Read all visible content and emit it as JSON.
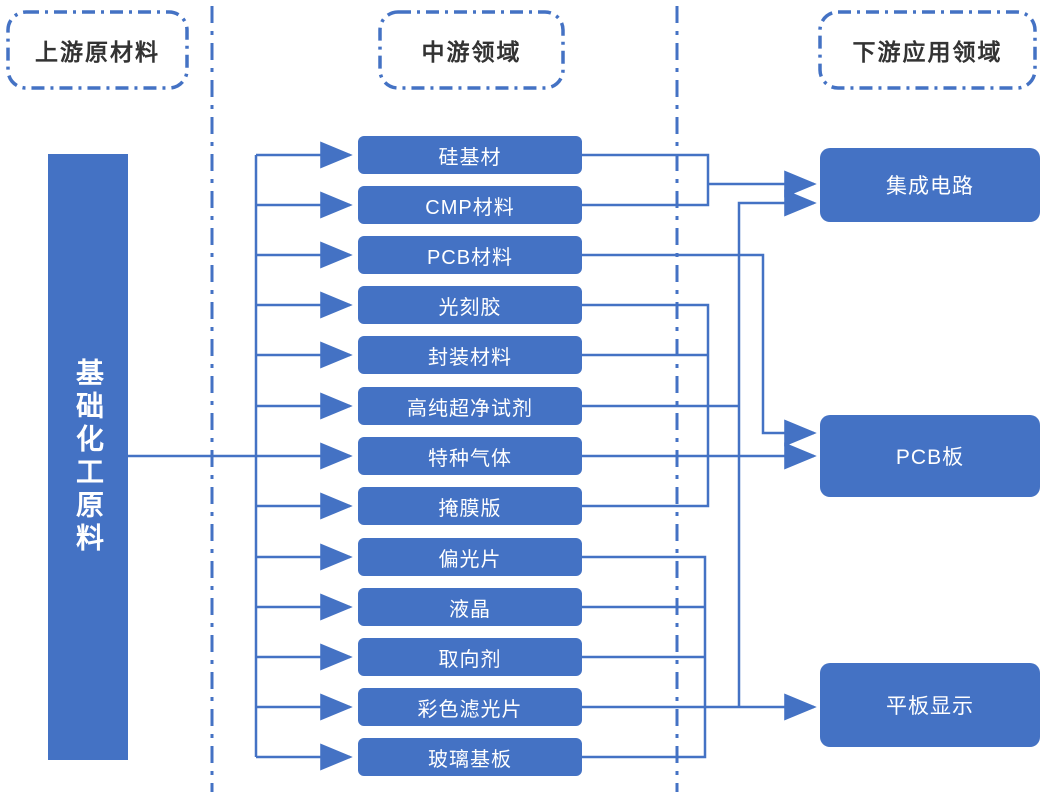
{
  "colors": {
    "accent": "#4472C4",
    "box_text": "#FFFFFF",
    "header_text": "#333333",
    "background": "#FFFFFF"
  },
  "headers": {
    "upstream": "上游原材料",
    "midstream": "中游领域",
    "downstream": "下游应用领域"
  },
  "upstream": {
    "items": [
      "基础化工原料"
    ]
  },
  "midstream": {
    "items": [
      "硅基材",
      "CMP材料",
      "PCB材料",
      "光刻胶",
      "封装材料",
      "高纯超净试剂",
      "特种气体",
      "掩膜版",
      "偏光片",
      "液晶",
      "取向剂",
      "彩色滤光片",
      "玻璃基板"
    ]
  },
  "downstream": {
    "items": [
      "集成电路",
      "PCB板",
      "平板显示"
    ]
  },
  "connections": [
    {
      "from": [
        "硅基材",
        "CMP材料"
      ],
      "to": "集成电路"
    },
    {
      "from": [
        "光刻胶",
        "封装材料",
        "高纯超净试剂",
        "掩膜版"
      ],
      "to": "集成电路"
    },
    {
      "from": [
        "PCB材料"
      ],
      "to": "PCB板"
    },
    {
      "from": [
        "特种气体"
      ],
      "to": "PCB板"
    },
    {
      "from": [
        "偏光片",
        "液晶",
        "取向剂",
        "彩色滤光片",
        "玻璃基板"
      ],
      "to": "平板显示"
    },
    {
      "from": [
        "基础化工原料"
      ],
      "to": "中游领域全部"
    }
  ]
}
